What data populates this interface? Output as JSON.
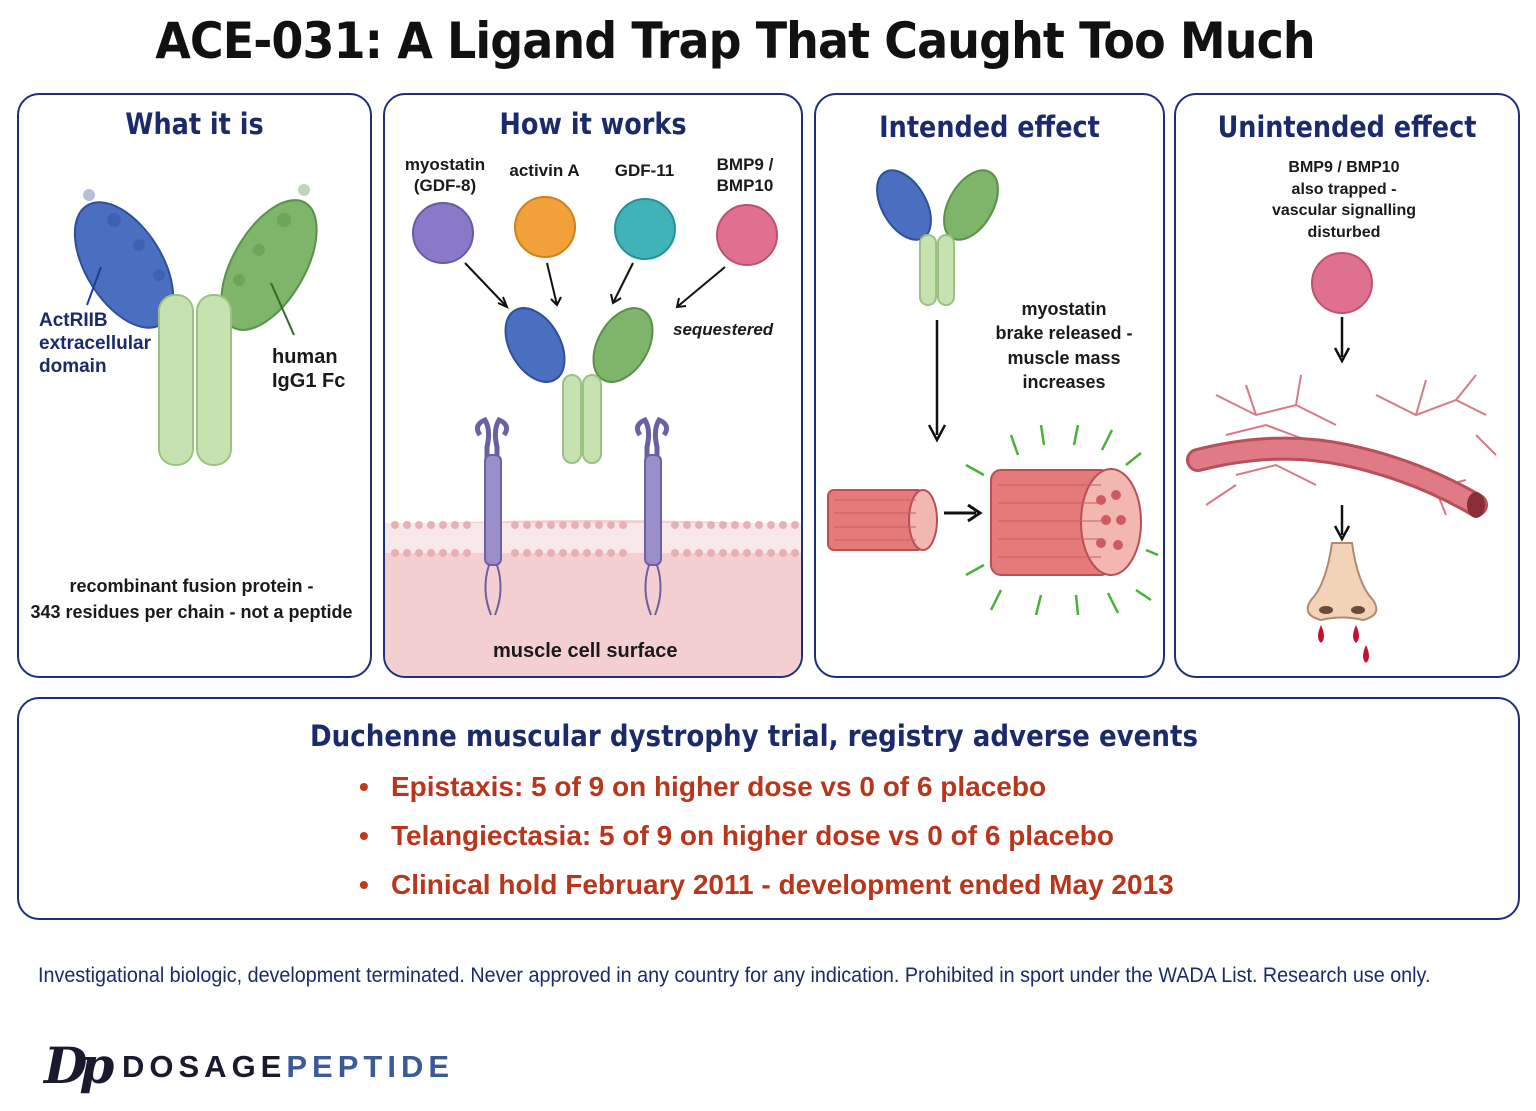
{
  "title": "ACE-031: A Ligand Trap That Caught Too Much",
  "panels": {
    "what": {
      "title": "What it is",
      "label_actriib": "ActRIIB\nextracellular\ndomain",
      "label_fc": "human\nIgG1 Fc",
      "caption": "recombinant fusion protein -\n343 residues per chain - not a peptide"
    },
    "how": {
      "title": "How it works",
      "ligands": [
        "myostatin\n(GDF-8)",
        "activin A",
        "GDF-11",
        "BMP9 /\nBMP10"
      ],
      "sequestered": "sequestered",
      "surface": "muscle cell surface"
    },
    "intended": {
      "title": "Intended effect",
      "caption": "myostatin\nbrake released -\nmuscle mass\nincreases"
    },
    "unintended": {
      "title": "Unintended effect",
      "caption": "BMP9 / BMP10\nalso trapped -\nvascular signalling\ndisturbed"
    }
  },
  "events": {
    "title": "Duchenne muscular dystrophy trial, registry adverse events",
    "items": [
      "Epistaxis: 5 of 9 on higher dose vs 0 of 6 placebo",
      "Telangiectasia: 5 of 9 on higher dose vs 0 of 6 placebo",
      "Clinical hold February 2011 - development ended May 2013"
    ]
  },
  "footer": "Investigational biologic, development terminated. Never approved in any country for any indication. Prohibited in sport under the WADA List. Research use only.",
  "logo": {
    "mark": "Dp",
    "part1": "DOSAGE",
    "part2": "PEPTIDE"
  },
  "colors": {
    "navy": "#1b2a6b",
    "red_text": "#b8361b",
    "blue_domain": "#4a6fc0",
    "green_fc": "#7fb56a",
    "myostatin": "#8a78c8",
    "activin": "#f2a03a",
    "gdf11": "#3fb3b8",
    "bmp": "#e07090",
    "muscle": "#e07070"
  }
}
